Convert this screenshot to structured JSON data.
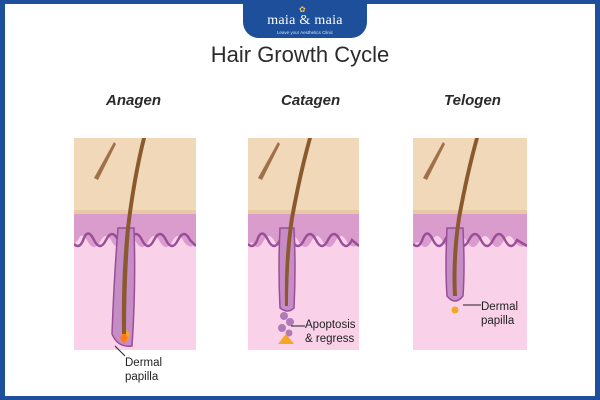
{
  "brand": {
    "name": "maia & maia",
    "tagline": "Leave your Aesthetics Clinic",
    "color": "#1d4f9a"
  },
  "title": "Hair Growth Cycle",
  "stages": [
    {
      "label": "Anagen",
      "annotation_line1": "Dermal",
      "annotation_line2": "papilla"
    },
    {
      "label": "Catagen",
      "annotation_line1": "Apoptosis",
      "annotation_line2": "& regress"
    },
    {
      "label": "Telogen",
      "annotation_line1": "Dermal",
      "annotation_line2": "papilla"
    }
  ],
  "colors": {
    "epidermis": "#f0d8b8",
    "dermis_upper": "#d99ccd",
    "dermis_lower": "#f9d2ea",
    "wave": "#9a4e97",
    "follicle": "#b07ab6",
    "hair": "#8a5a2e",
    "papilla": "#f5a623"
  }
}
